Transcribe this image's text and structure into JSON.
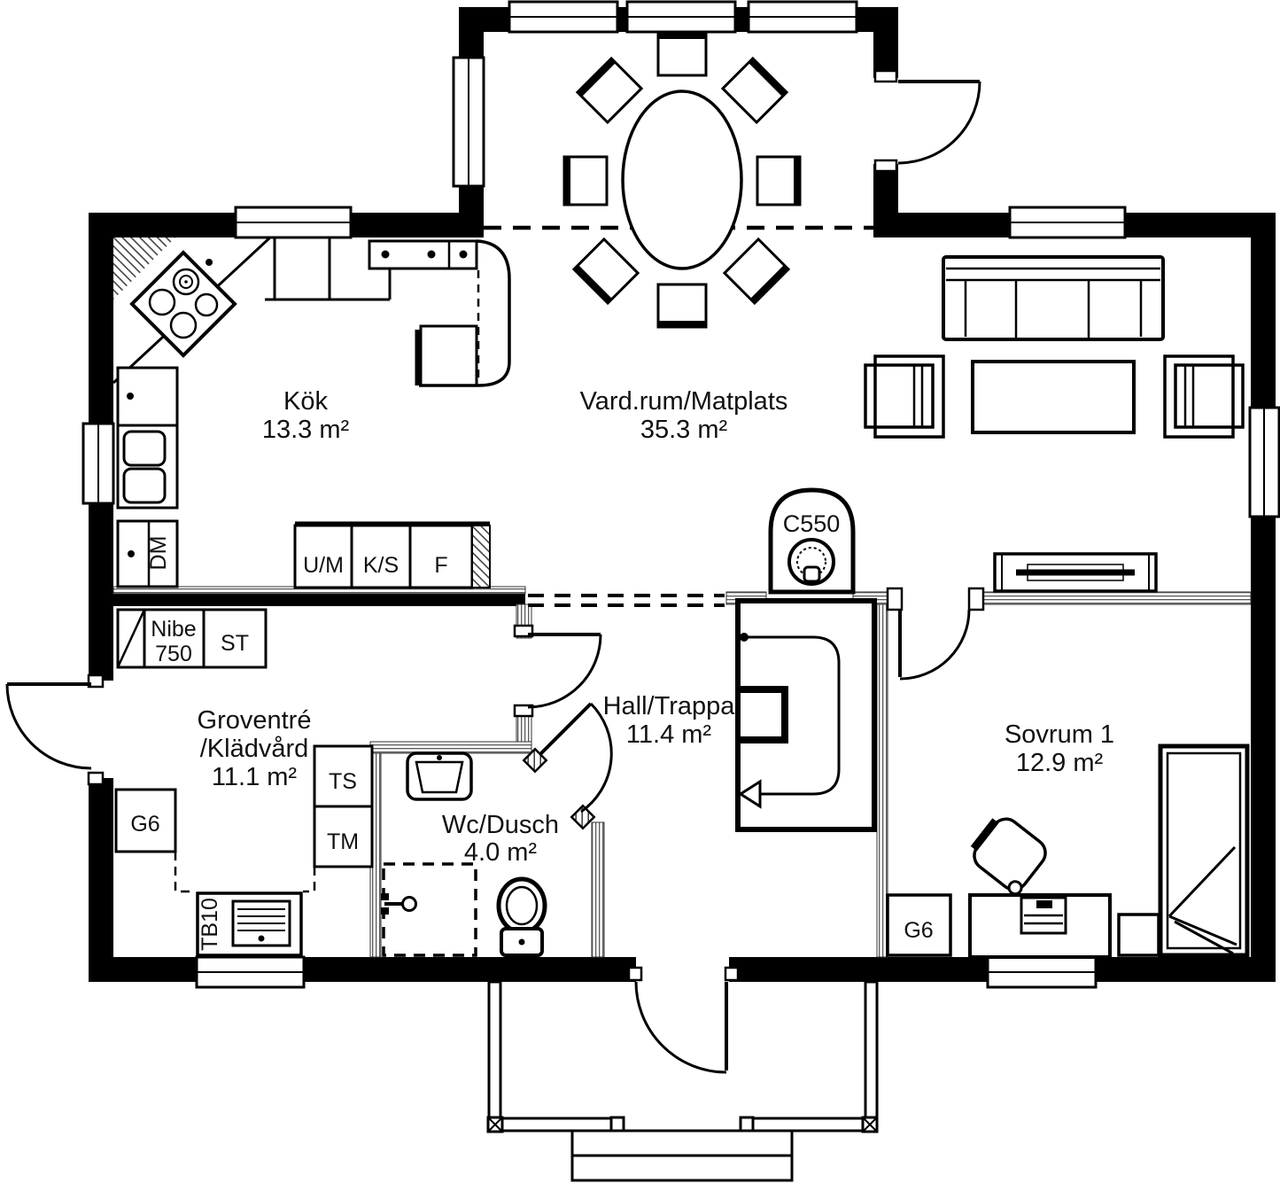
{
  "rooms": {
    "kok": {
      "name": "Kök",
      "area": "13.3 m²"
    },
    "vardagsrum": {
      "name": "Vard.rum/Matplats",
      "area": "35.3 m²"
    },
    "groventre": {
      "name": "Groventré",
      "name2": "/Klädvård",
      "area": "11.1 m²"
    },
    "hall": {
      "name": "Hall/Trappa",
      "area": "11.4 m²"
    },
    "wc": {
      "name": "Wc/Dusch",
      "area": "4.0 m²"
    },
    "sovrum1": {
      "name": "Sovrum 1",
      "area": "12.9 m²"
    }
  },
  "fixtures": {
    "dm": "DM",
    "um": "U/M",
    "ks": "K/S",
    "f": "F",
    "nibe_line1": "Nibe",
    "nibe_line2": "750",
    "st": "ST",
    "ts": "TS",
    "tm": "TM",
    "g6_entry": "G6",
    "g6_bedroom": "G6",
    "tb10": "TB10",
    "chimney": "C550"
  },
  "colors": {
    "wall": "#000000",
    "background": "#ffffff",
    "line": "#000000"
  }
}
